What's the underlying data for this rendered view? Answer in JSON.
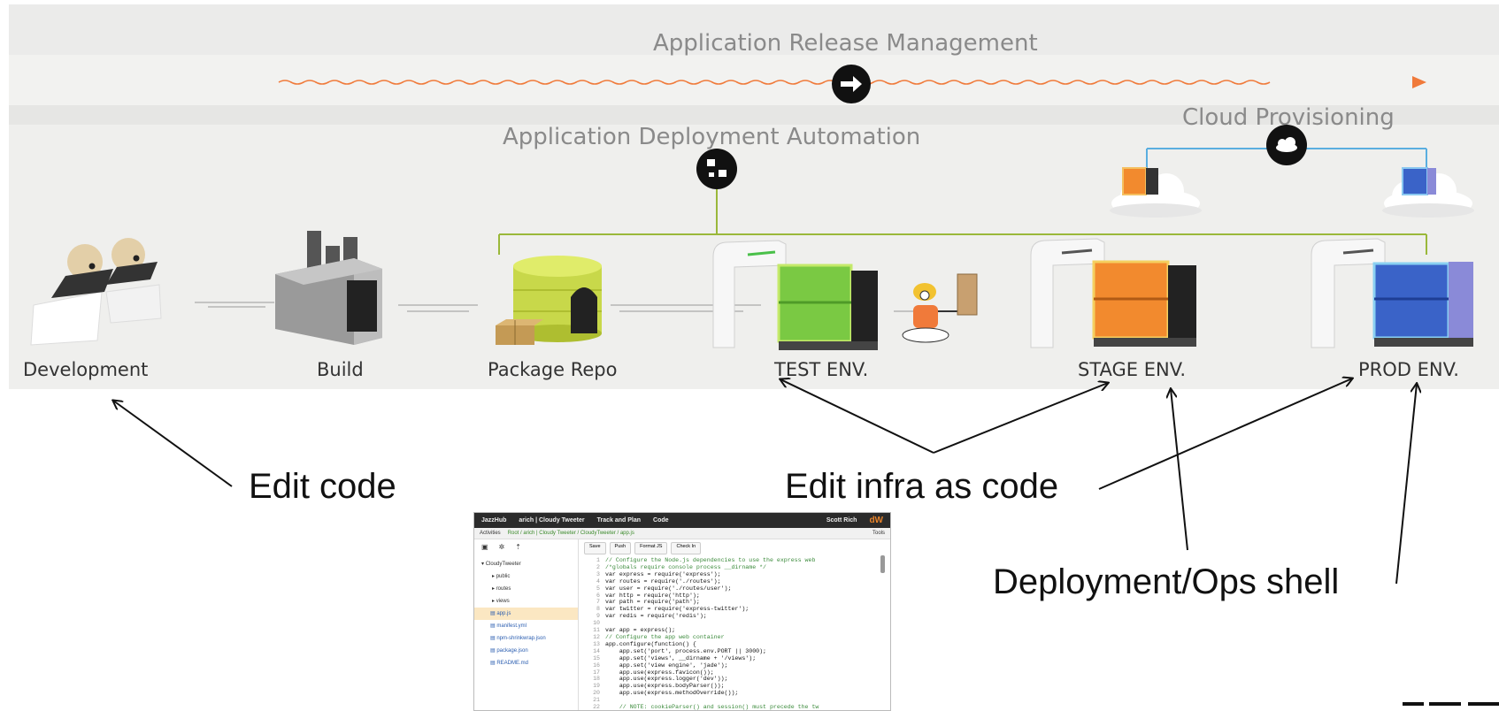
{
  "titles": {
    "release": "Application Release Management",
    "deploy": "Application Deployment Automation",
    "cloud": "Cloud Provisioning"
  },
  "stages": {
    "development": "Development",
    "build": "Build",
    "package_repo": "Package Repo",
    "test_env": "TEST ENV.",
    "stage_env": "STAGE ENV.",
    "prod_env": "PROD ENV."
  },
  "annotations": {
    "edit_code": "Edit code",
    "edit_infra": "Edit infra as code",
    "ops_shell": "Deployment/Ops shell"
  },
  "colors": {
    "release_line": "#f07a3a",
    "deploy_line": "#9ab83a",
    "cloud_line": "#5aaee0",
    "test_env": "#7ac943",
    "stage_env": "#f28a2e",
    "prod_env": "#3a63c8",
    "package_repo": "#c8d84a"
  },
  "editor": {
    "topbar": {
      "jazzhub": "JazzHub",
      "project": "arich | Cloudy Tweeter",
      "track": "Track and Plan",
      "code": "Code",
      "user": "Scott Rich",
      "brand": "dW"
    },
    "breadcrumb": {
      "activities": "Activities",
      "path": "Root / arich | Cloudy Tweeter / CloudyTweeter / app.js",
      "tools": "Tools"
    },
    "buttons": [
      "Save",
      "Push",
      "Format JS",
      "Check In"
    ],
    "tree": {
      "root": "CloudyTweeter",
      "folders": [
        "public",
        "routes",
        "views"
      ],
      "files": [
        "app.js",
        "manifest.yml",
        "npm-shrinkwrap.json",
        "package.json",
        "README.md"
      ]
    },
    "code_lines": [
      {
        "n": "1",
        "t": "// Configure the Node.js dependencies to use the express web",
        "c": true
      },
      {
        "n": "2",
        "t": "/*globals require console process __dirname */",
        "c": true
      },
      {
        "n": "3",
        "t": "var express = require('express');",
        "c": false
      },
      {
        "n": "4",
        "t": "var routes = require('./routes');",
        "c": false
      },
      {
        "n": "5",
        "t": "var user = require('./routes/user');",
        "c": false
      },
      {
        "n": "6",
        "t": "var http = require('http');",
        "c": false
      },
      {
        "n": "7",
        "t": "var path = require('path');",
        "c": false
      },
      {
        "n": "8",
        "t": "var twitter = require('express-twitter');",
        "c": false
      },
      {
        "n": "9",
        "t": "var redis = require('redis');",
        "c": false
      },
      {
        "n": "10",
        "t": "",
        "c": false
      },
      {
        "n": "11",
        "t": "var app = express();",
        "c": false
      },
      {
        "n": "12",
        "t": "// Configure the app web container",
        "c": true
      },
      {
        "n": "13",
        "t": "app.configure(function() {",
        "c": false
      },
      {
        "n": "14",
        "t": "    app.set('port', process.env.PORT || 3000);",
        "c": false
      },
      {
        "n": "15",
        "t": "    app.set('views', __dirname + '/views');",
        "c": false
      },
      {
        "n": "16",
        "t": "    app.set('view engine', 'jade');",
        "c": false
      },
      {
        "n": "17",
        "t": "    app.use(express.favicon());",
        "c": false
      },
      {
        "n": "18",
        "t": "    app.use(express.logger('dev'));",
        "c": false
      },
      {
        "n": "19",
        "t": "    app.use(express.bodyParser());",
        "c": false
      },
      {
        "n": "20",
        "t": "    app.use(express.methodOverride());",
        "c": false
      },
      {
        "n": "21",
        "t": "",
        "c": false
      },
      {
        "n": "22",
        "t": "    // NOTE: cookieParser() and session() must precede the tw",
        "c": true
      }
    ]
  }
}
